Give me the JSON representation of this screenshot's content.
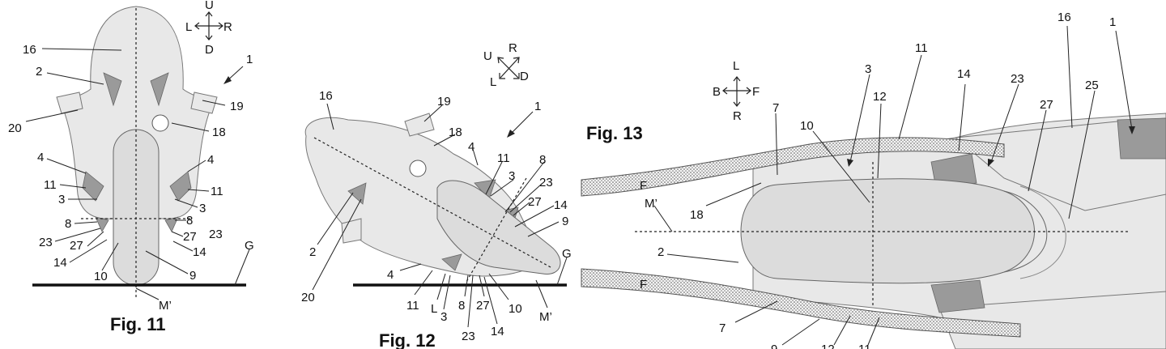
{
  "figures": [
    {
      "caption": "Fig. 11"
    },
    {
      "caption": "Fig. 12"
    },
    {
      "caption": "Fig. 13"
    }
  ],
  "compass": {
    "fig11": {
      "up": "U",
      "down": "D",
      "left": "L",
      "right": "R"
    },
    "fig12": {
      "up": "U",
      "down": "D",
      "left": "L",
      "right": "R"
    },
    "fig13": {
      "top": "L",
      "bottom": "R",
      "left": "B",
      "right": "F"
    }
  },
  "labels": {
    "fig11": [
      "16",
      "2",
      "1",
      "19",
      "20",
      "18",
      "4",
      "4",
      "11",
      "11",
      "3",
      "3",
      "8",
      "8",
      "23",
      "27",
      "27",
      "23",
      "14",
      "14",
      "10",
      "9",
      "G",
      "M’"
    ],
    "fig12": [
      "16",
      "19",
      "18",
      "1",
      "4",
      "11",
      "8",
      "3",
      "23",
      "27",
      "14",
      "9",
      "G",
      "2",
      "20",
      "4",
      "11",
      "L",
      "3",
      "8",
      "27",
      "10",
      "M’",
      "23",
      "14"
    ],
    "fig13": [
      "16",
      "1",
      "11",
      "3",
      "14",
      "23",
      "12",
      "27",
      "25",
      "7",
      "10",
      "F",
      "M’",
      "18",
      "2",
      "F",
      "7",
      "9",
      "12",
      "11"
    ]
  }
}
